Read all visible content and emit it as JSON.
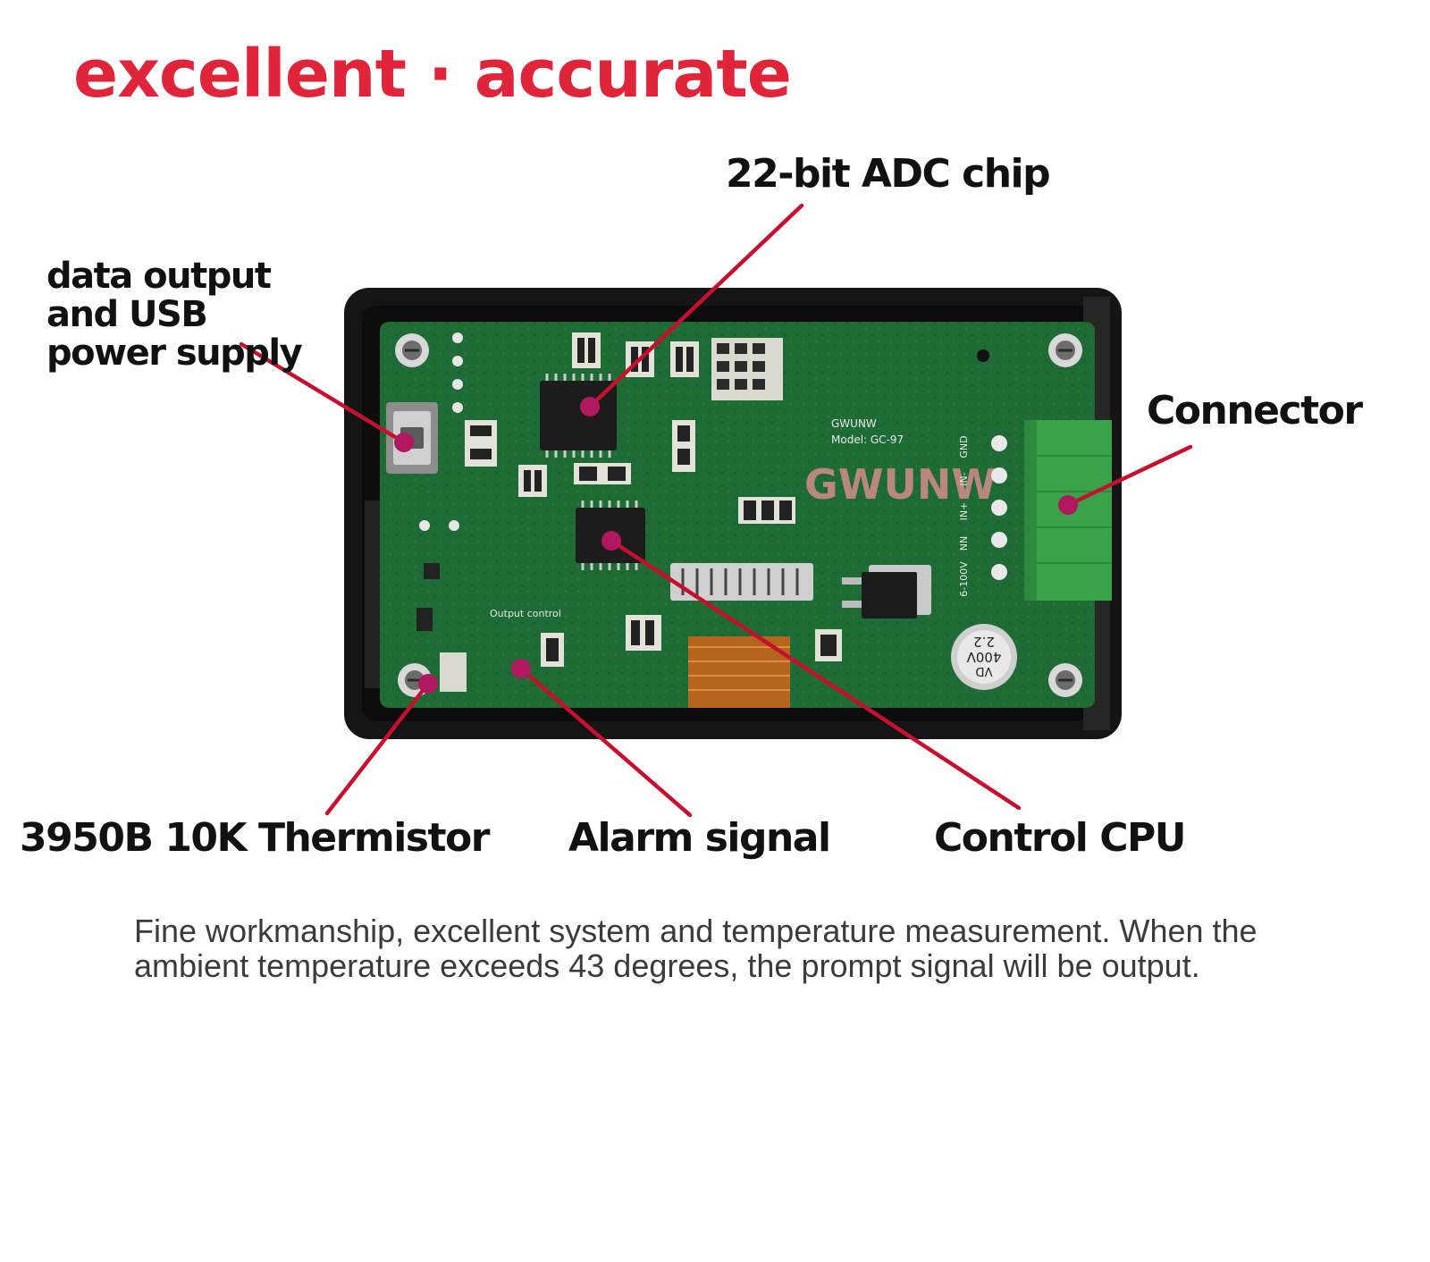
{
  "headline": "excellent · accurate",
  "callouts": {
    "adc": "22-bit ADC chip",
    "usb": "data output and USB power supply",
    "connector": "Connector",
    "thermistor": "3950B 10K Thermistor",
    "alarm": "Alarm signal",
    "cpu": "Control CPU"
  },
  "board": {
    "brand": "GWUNW",
    "model": "Model: GC-97",
    "maker": "GWUNW",
    "terminals": [
      "GND",
      "IN-",
      "IN+",
      "NN",
      "6-100V"
    ],
    "capacitor": [
      "2.2",
      "400V",
      "VD"
    ],
    "output_control": "Output control"
  },
  "description": "Fine workmanship, excellent system and temperature measurement. When the ambient temperature exceeds 43 degrees, the prompt signal will be output.",
  "colors": {
    "accent": "#e0243a",
    "leader": "#c8102e",
    "pin": "#b0185f",
    "pcb": "#1f6b35",
    "case": "#151515",
    "terminal": "#3aa34a"
  }
}
